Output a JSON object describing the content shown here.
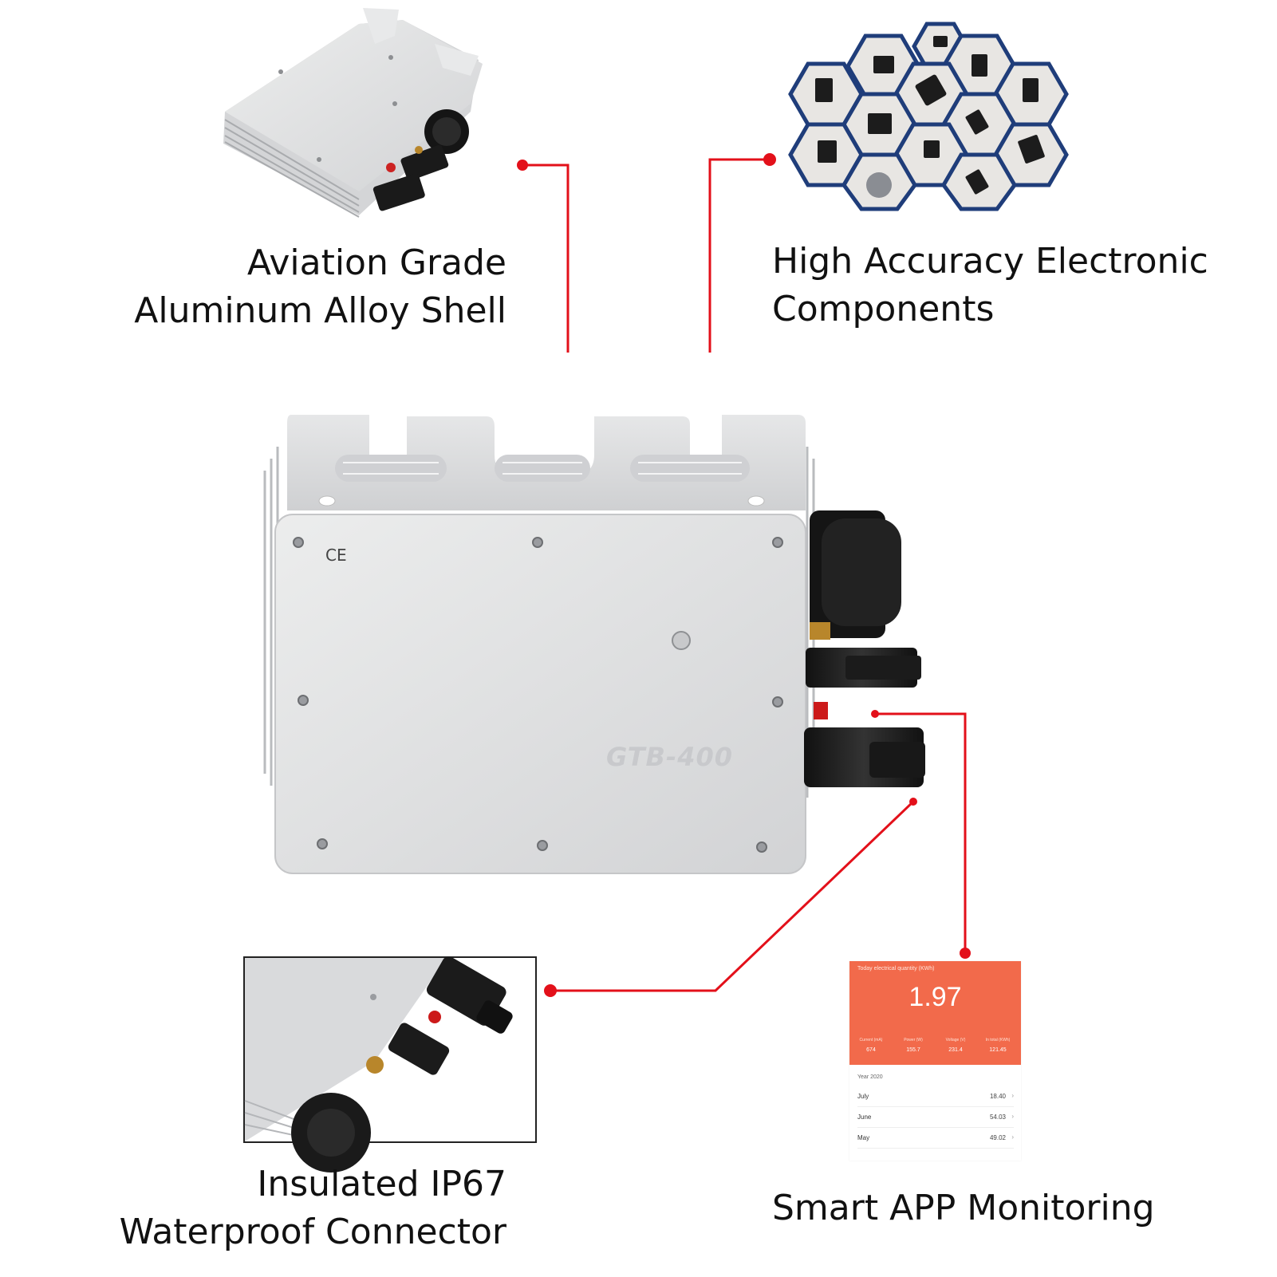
{
  "features": {
    "shell": {
      "line1": "Aviation Grade",
      "line2": "Aluminum Alloy Shell"
    },
    "components": {
      "line1": "High Accuracy Electronic",
      "line2": "Components"
    },
    "connector": {
      "line1": "Insulated IP67",
      "line2": "Waterproof Connector"
    },
    "app": {
      "line1": "Smart APP Monitoring"
    }
  },
  "device": {
    "ce_mark": "CE",
    "model": "GTB-400"
  },
  "app_screen": {
    "header_title": "Today electrical quantity (KWh)",
    "today_value": "1.97",
    "stats": [
      {
        "label": "Current (mA)",
        "value": "674"
      },
      {
        "label": "Power (W)",
        "value": "155.7"
      },
      {
        "label": "Voltage (V)",
        "value": "231.4"
      },
      {
        "label": "In total (KWh)",
        "value": "121.45"
      }
    ],
    "year_label": "Year 2020",
    "months": [
      {
        "name": "July",
        "value": "18.40"
      },
      {
        "name": "June",
        "value": "54.03"
      },
      {
        "name": "May",
        "value": "49.02"
      }
    ],
    "chevron": "›"
  },
  "colors": {
    "callout_red": "#e3101a",
    "app_orange": "#f26a4b",
    "hex_border": "#1f3d7a",
    "aluminum": "#d9dadc"
  }
}
